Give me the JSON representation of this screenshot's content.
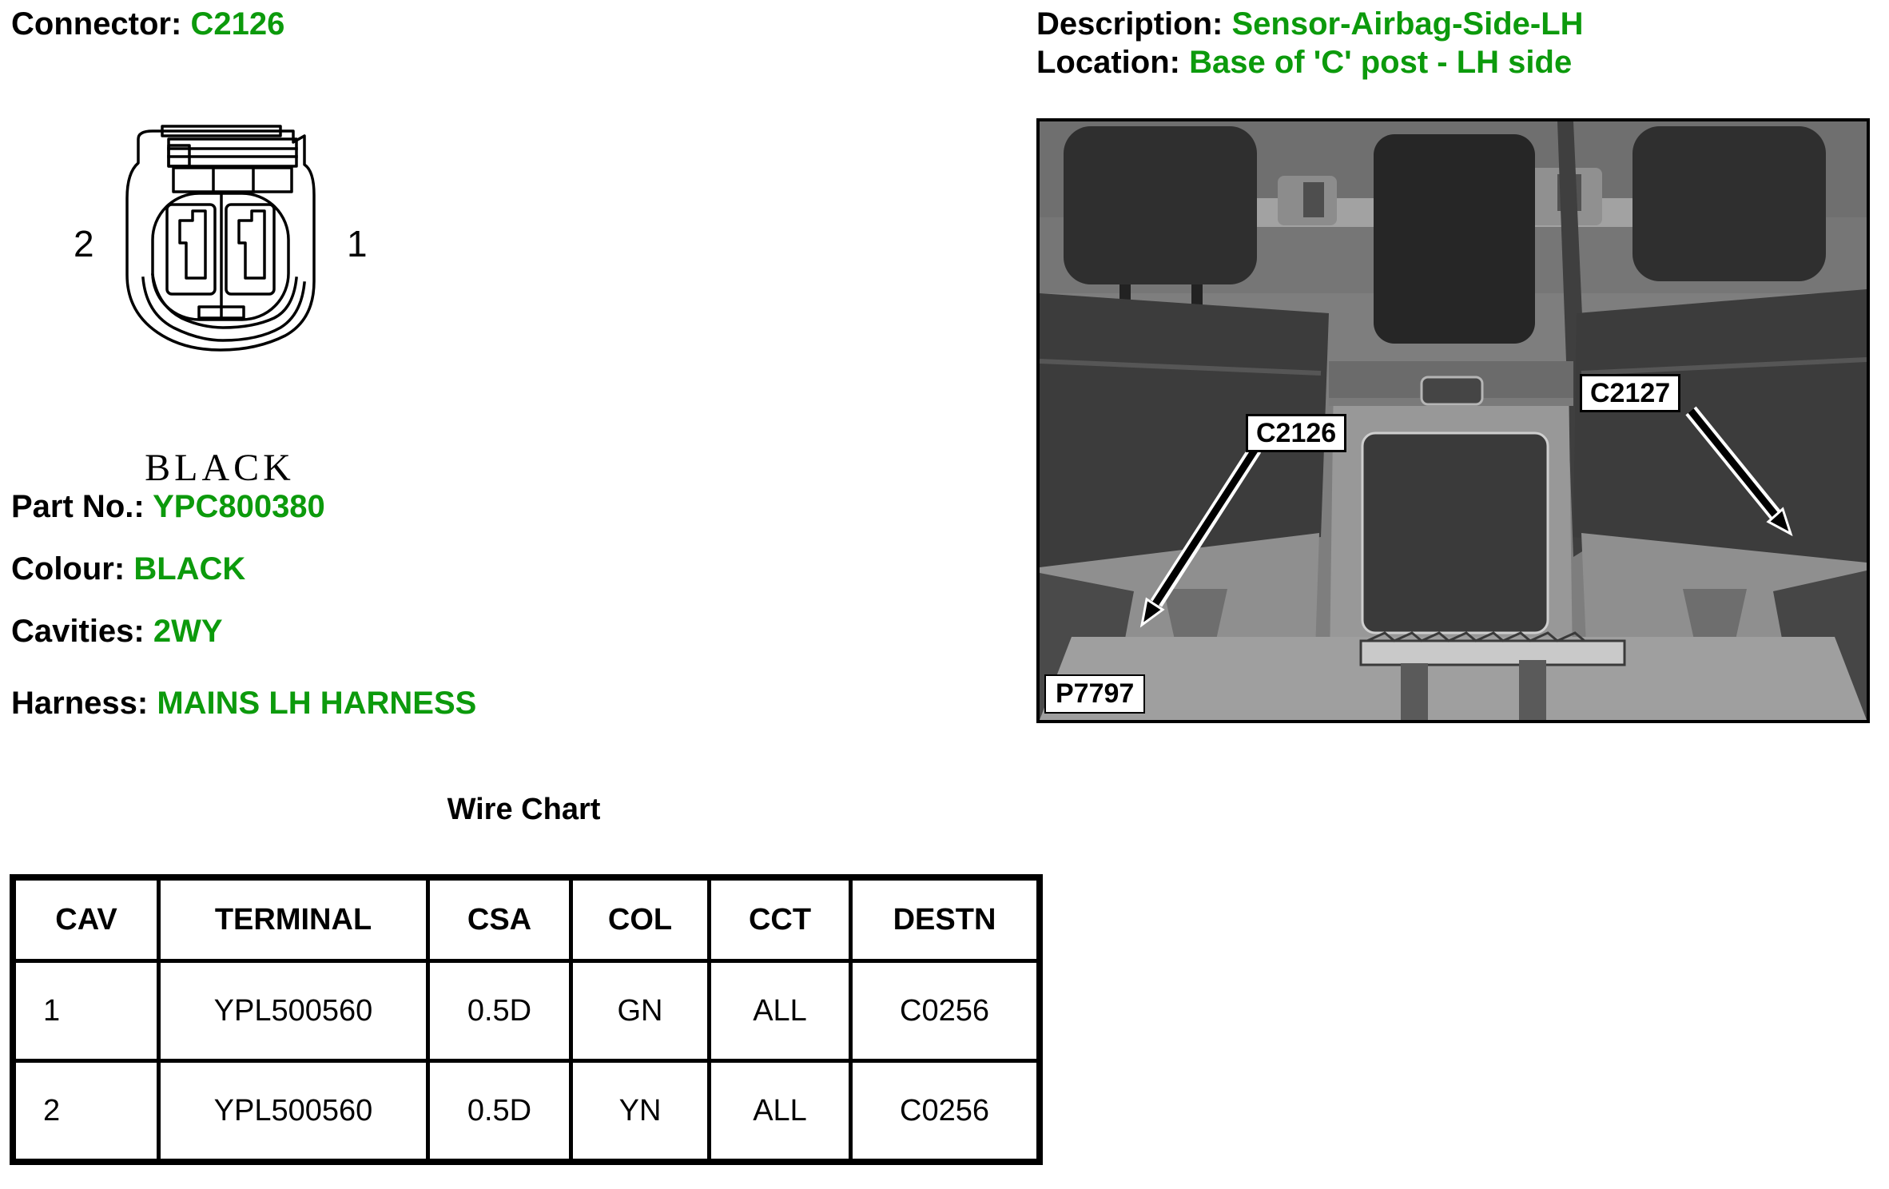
{
  "colors": {
    "accent_green": "#0C9A0C"
  },
  "header": {
    "connector_label": "Connector:",
    "connector_value": "C2126",
    "description_label": "Description:",
    "description_value": "Sensor-Airbag-Side-LH",
    "location_label": "Location:",
    "location_value": "Base of 'C' post - LH side"
  },
  "connector_figure": {
    "pin_left": "2",
    "pin_right": "1",
    "colour_caption": "BLACK"
  },
  "details": {
    "part_no": {
      "label": "Part No.:",
      "value": "YPC800380"
    },
    "colour": {
      "label": "Colour:",
      "value": "BLACK"
    },
    "cavities": {
      "label": "Cavities:",
      "value": "2WY"
    },
    "harness": {
      "label": "Harness:",
      "value": "MAINS LH HARNESS"
    }
  },
  "wire_chart": {
    "title": "Wire Chart",
    "columns": [
      "CAV",
      "TERMINAL",
      "CSA",
      "COL",
      "CCT",
      "DESTN"
    ],
    "rows": [
      [
        "1",
        "YPL500560",
        "0.5D",
        "GN",
        "ALL",
        "C0256"
      ],
      [
        "2",
        "YPL500560",
        "0.5D",
        "YN",
        "ALL",
        "C0256"
      ]
    ]
  },
  "photo": {
    "callout_left": "C2126",
    "callout_right": "C2127",
    "figure_ref": "P7797"
  }
}
